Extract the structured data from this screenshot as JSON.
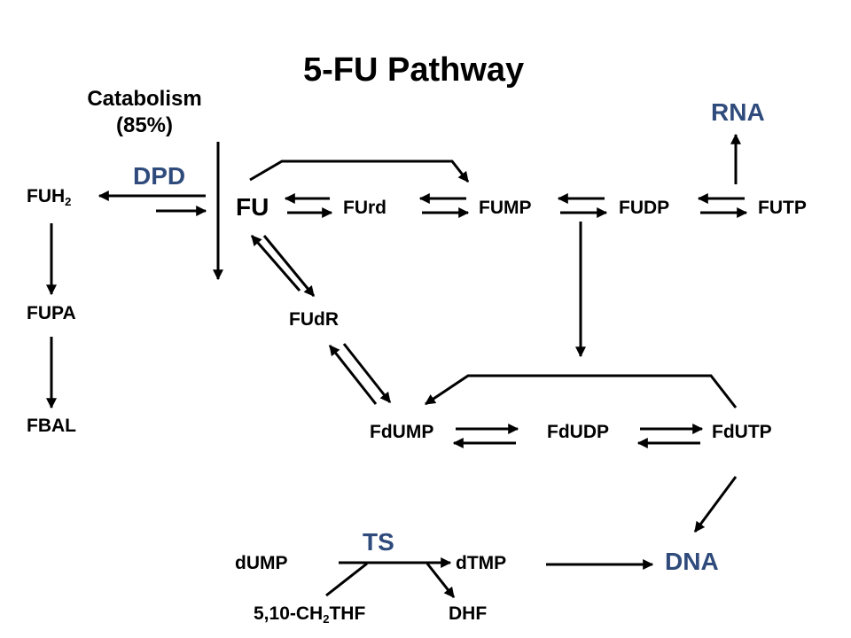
{
  "title": "5-FU Pathway",
  "catabolism": {
    "line1": "Catabolism",
    "line2": "(85%)"
  },
  "enzymes": {
    "dpd": "DPD",
    "ts": "TS"
  },
  "products": {
    "rna": "RNA",
    "dna": "DNA"
  },
  "nodes": {
    "fuh2_main": "FUH",
    "fuh2_sub": "2",
    "fupa": "FUPA",
    "fbal": "FBAL",
    "fu": "FU",
    "furd": "FUrd",
    "fump": "FUMP",
    "fudp": "FUDP",
    "futp": "FUTP",
    "fudr": "FUdR",
    "fdump": "FdUMP",
    "fdudp": "FdUDP",
    "fdutp": "FdUTP",
    "dump": "dUMP",
    "dtmp": "dTMP",
    "thf_a": "5,10-CH",
    "thf_sub": "2",
    "thf_b": "THF",
    "dhf": "DHF"
  },
  "colors": {
    "accent": "#2F4B7C",
    "arrow": "#000000",
    "background": "#ffffff"
  }
}
